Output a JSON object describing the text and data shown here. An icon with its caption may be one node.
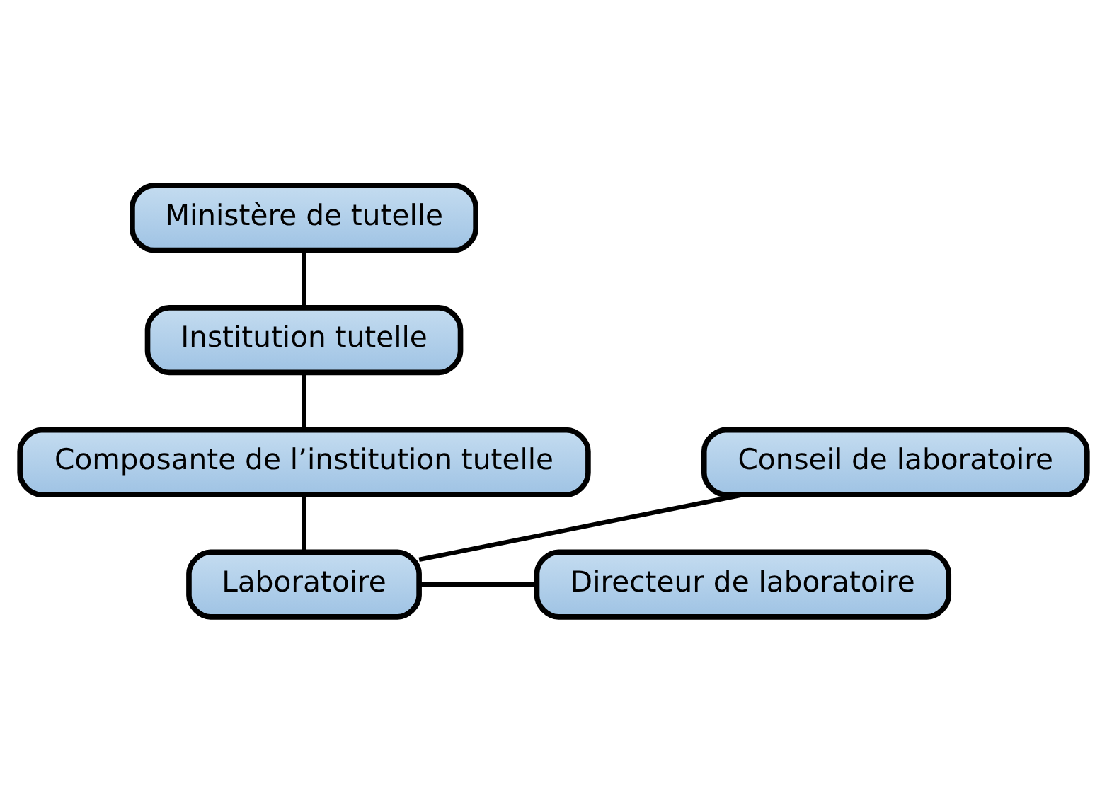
{
  "diagram": {
    "nodes": [
      {
        "text": [
          "Ministère de tutelle"
        ]
      },
      {
        "text": [
          "Institution tutelle"
        ]
      },
      {
        "text": [
          "Composante de l’institution tutelle"
        ]
      },
      {
        "text": [
          "Laboratoire"
        ]
      },
      {
        "text": [
          "Conseil de laboratoire"
        ]
      },
      {
        "text": [
          "Directeur de laboratoire"
        ]
      }
    ],
    "edges": [
      {
        "from": 0,
        "to": 1,
        "arrow": "none"
      },
      {
        "from": 1,
        "to": 2,
        "arrow": "none"
      },
      {
        "from": 2,
        "to": 3,
        "arrow": "none"
      },
      {
        "from": 3,
        "to": 4,
        "arrow": "none"
      },
      {
        "from": 3,
        "to": 5,
        "arrow": "none"
      }
    ]
  }
}
